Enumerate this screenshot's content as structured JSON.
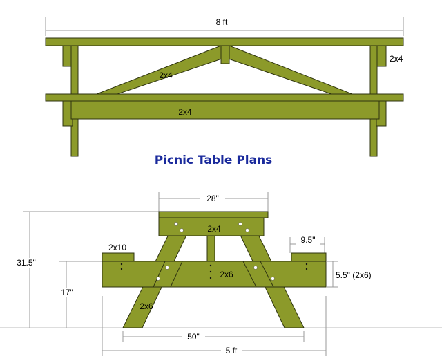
{
  "title": "Picnic Table Plans",
  "colors": {
    "wood": "#8c9a2a",
    "title": "#1a2a9c",
    "dimension_line": "#9a9a9a"
  },
  "side_view": {
    "length_label": "8 ft",
    "leg_lumber": "2x4",
    "brace_lumber": "2x4",
    "rail_lumber": "2x4"
  },
  "end_view": {
    "top_width": "28\"",
    "top_support": "2x4",
    "total_height": "31.5\"",
    "seat_height": "17\"",
    "seat_lumber": "2x10",
    "seat_width": "9.5\"",
    "seat_board_height": "5.5\" (2x6)",
    "cross_rail": "2x6",
    "leg_lumber": "2x6",
    "bench_span": "50\"",
    "overall_width": "5 ft"
  }
}
